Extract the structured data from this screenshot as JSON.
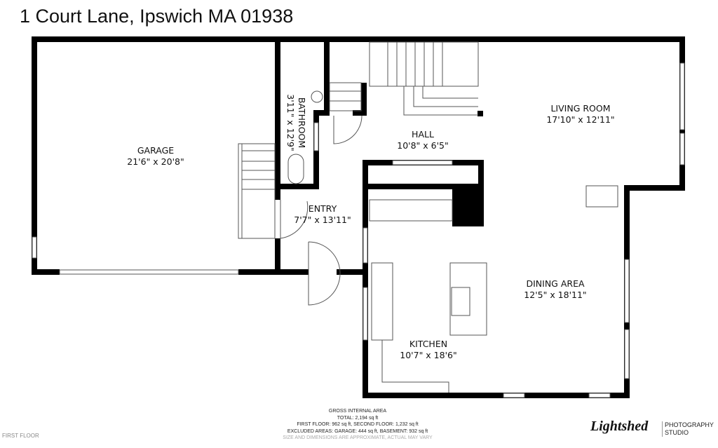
{
  "title": "1 Court Lane, Ipswich MA 01938",
  "rooms": {
    "garage": {
      "name": "GARAGE",
      "dims": "21'6\" x 20'8\""
    },
    "bathroom": {
      "name": "BATHROOM",
      "dims": "3'11\" x 12'9\""
    },
    "hall": {
      "name": "HALL",
      "dims": "10'8\" x 6'5\""
    },
    "living_room": {
      "name": "LIVING ROOM",
      "dims": "17'10\" x 12'11\""
    },
    "entry": {
      "name": "ENTRY",
      "dims": "7'7\" x 13'11\""
    },
    "dining_area": {
      "name": "DINING AREA",
      "dims": "12'5\" x 18'11\""
    },
    "kitchen": {
      "name": "KITCHEN",
      "dims": "10'7\" x 18'6\""
    }
  },
  "footer": {
    "heading": "GROSS INTERNAL AREA",
    "total": "TOTAL: 2,194 sq ft",
    "floors": "FIRST FLOOR: 962 sq ft, SECOND FLOOR: 1,232 sq ft",
    "excluded": "EXCLUDED AREAS: GARAGE: 444 sq ft, BASEMENT: 932 sq ft",
    "note": "SIZE AND DIMENSIONS ARE APPROXIMATE, ACTUAL MAY VARY"
  },
  "floor_label": "FIRST FLOOR",
  "branding": {
    "logo": "Lightshed",
    "line1": "PHOTOGRAPHY",
    "line2": "STUDIO"
  }
}
